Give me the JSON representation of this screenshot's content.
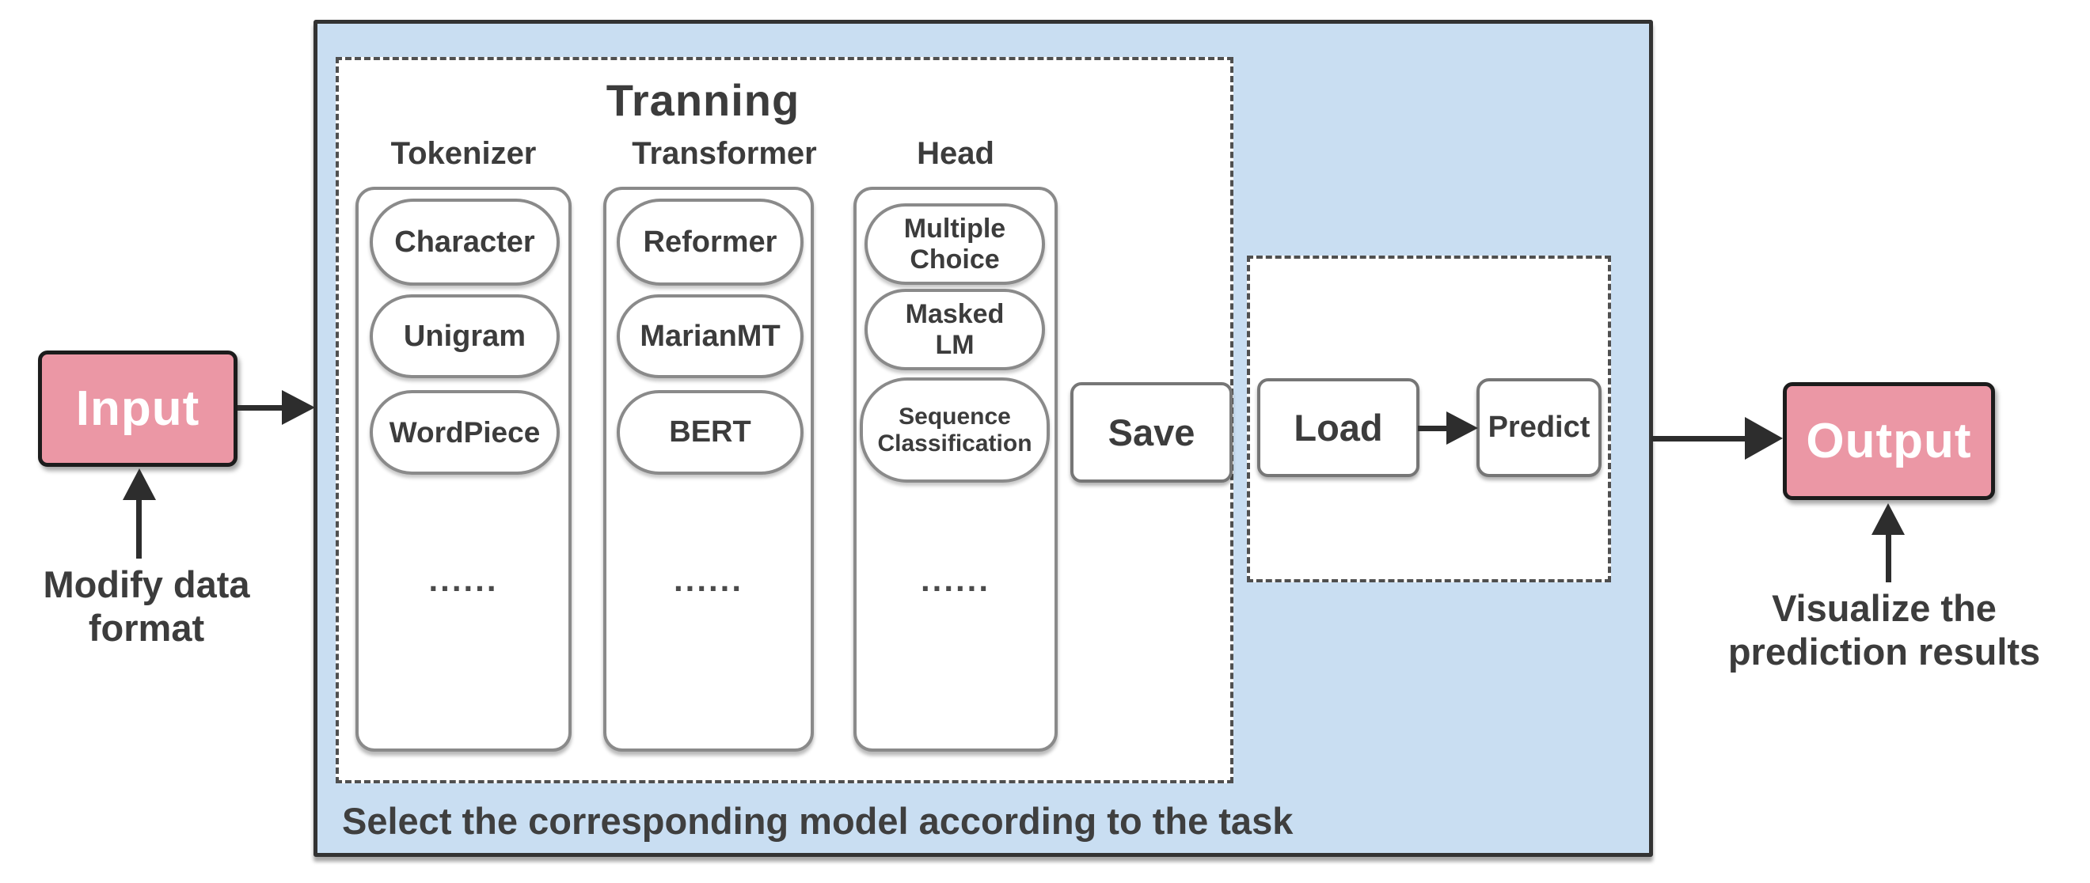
{
  "colors": {
    "accent_pink": "#eb97a5",
    "panel_blue": "#c9def2"
  },
  "input": {
    "label": "Input"
  },
  "output": {
    "label": "Output"
  },
  "annotations": {
    "modify": {
      "line1": "Modify data",
      "line2": "format"
    },
    "visualize": {
      "line1": "Visualize the",
      "line2": "prediction results"
    }
  },
  "training": {
    "title": "Tranning",
    "caption": "Select the corresponding model according to the task",
    "columns": [
      {
        "header": "Tokenizer",
        "items": [
          "Character",
          "Unigram",
          "WordPiece"
        ],
        "ellipsis": "......"
      },
      {
        "header": "Transformer",
        "items": [
          "Reformer",
          "MarianMT",
          "BERT"
        ],
        "ellipsis": "......"
      },
      {
        "header": "Head",
        "items": [
          "Multiple Choice",
          "Masked LM",
          "Sequence Classification"
        ],
        "ellipsis": "......"
      }
    ]
  },
  "save": {
    "label": "Save"
  },
  "inference": {
    "load_label": "Load",
    "predict_label": "Predict"
  }
}
